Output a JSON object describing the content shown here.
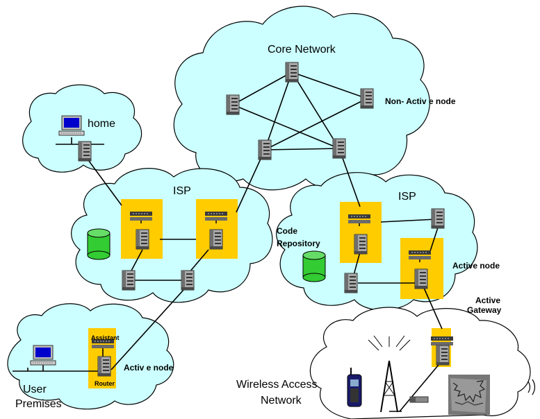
{
  "colors": {
    "cloud_fill": "#ccffff",
    "cloud_fill_white": "#ffffff",
    "active_highlight": "#ffcc00",
    "repository": "#33cc33",
    "server_body": "#a8a8a8"
  },
  "labels": {
    "core_network": "Core Network",
    "non_active_node": "Non- Activ e node",
    "home": "home",
    "isp_left": "ISP",
    "isp_right": "ISP",
    "code_repository_line1": "Code",
    "code_repository_line2": "Repository",
    "active_node_right": "Active node",
    "active_gateway_line1": "Active",
    "active_gateway_line2": "Gateway",
    "assistant": "Assistant",
    "router": "Router",
    "active_node_bottom": "Activ e node",
    "user_premises_line1": "User",
    "user_premises_line2": "Premises",
    "wireless_line1": "Wireless Access",
    "wireless_line2": "Network"
  },
  "icons": {
    "server": "server-tower-icon",
    "switch": "network-switch-icon",
    "computer": "desktop-computer-icon",
    "database": "database-cylinder-icon",
    "phone": "mobile-phone-icon",
    "tower": "radio-tower-icon",
    "pda": "handheld-device-icon"
  }
}
